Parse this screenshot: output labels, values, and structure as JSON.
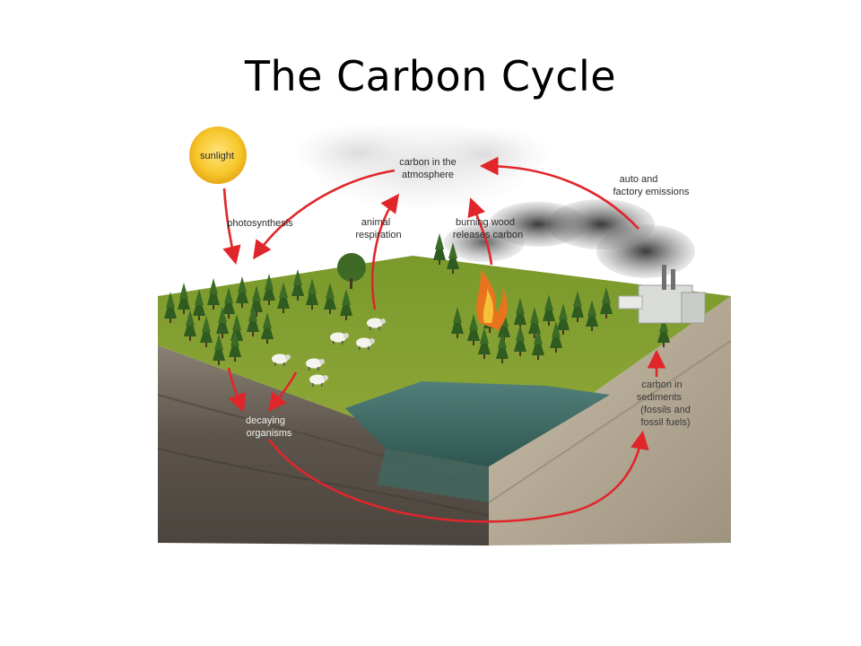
{
  "title": "The Carbon Cycle",
  "labels": {
    "sunlight": "sunlight",
    "atmosphere": [
      "carbon in the",
      "atmosphere"
    ],
    "emissions": [
      "auto and",
      "factory emissions"
    ],
    "photosynthesis": "photosynthesis",
    "respiration": [
      "animal",
      "respiration"
    ],
    "burning": [
      "burning wood",
      "releases carbon"
    ],
    "decaying": [
      "decaying",
      "organisms"
    ],
    "sediments": [
      "carbon in",
      "sediments",
      "(fossils and",
      "fossil fuels)"
    ]
  },
  "colors": {
    "arrow": "#e0262b",
    "sun": "#f6c62a",
    "grass": "#7d9a2e",
    "tree": "#2f5a20",
    "water": "#3f6e6a",
    "soil_front": "#5f564d",
    "soil_side": "#b7ac98",
    "smoke": "#6d6d6d"
  },
  "icons": [
    "sun-icon",
    "tree-icon",
    "sheep-icon",
    "fire-icon",
    "factory-icon",
    "smoke-cloud-icon"
  ]
}
